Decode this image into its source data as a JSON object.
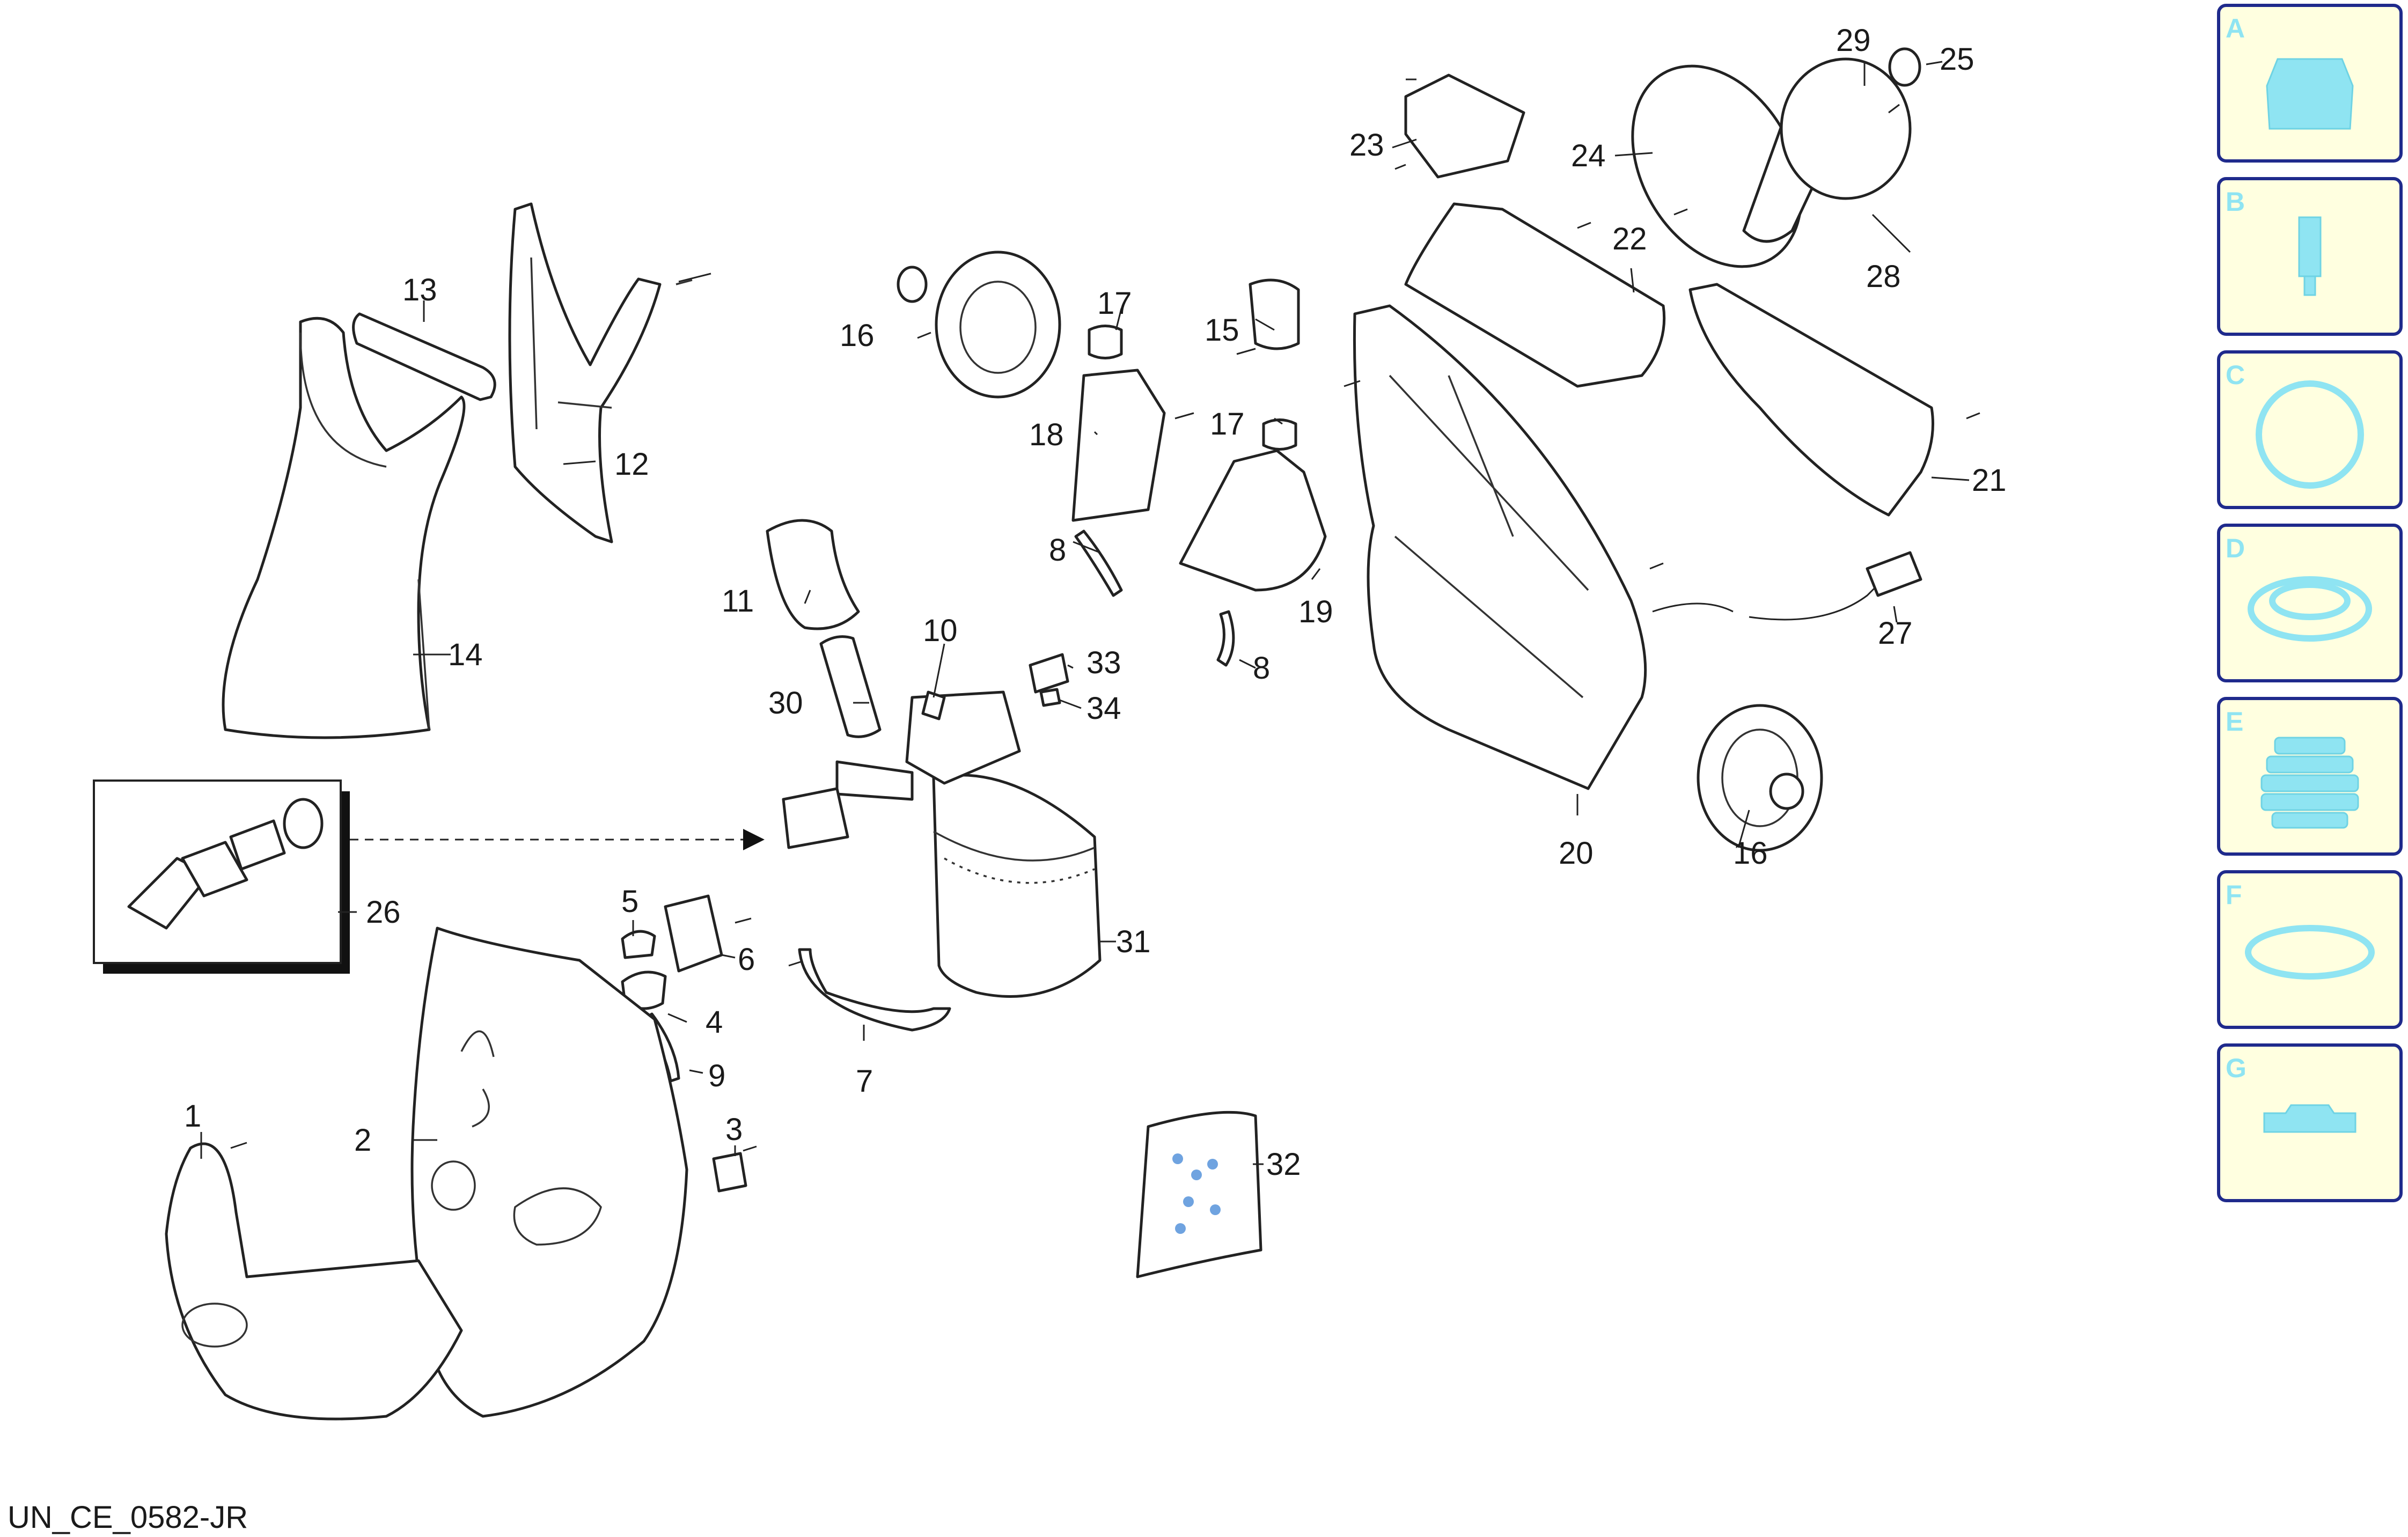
{
  "diagram": {
    "callouts": [
      {
        "id": "c1",
        "text": "1"
      },
      {
        "id": "c2",
        "text": "2"
      },
      {
        "id": "c3",
        "text": "3"
      },
      {
        "id": "c4",
        "text": "4"
      },
      {
        "id": "c5",
        "text": "5"
      },
      {
        "id": "c6",
        "text": "6"
      },
      {
        "id": "c7",
        "text": "7"
      },
      {
        "id": "c8a",
        "text": "8"
      },
      {
        "id": "c8b",
        "text": "8"
      },
      {
        "id": "c9",
        "text": "9"
      },
      {
        "id": "c10",
        "text": "10"
      },
      {
        "id": "c11",
        "text": "11"
      },
      {
        "id": "c12",
        "text": "12"
      },
      {
        "id": "c13",
        "text": "13"
      },
      {
        "id": "c14",
        "text": "14"
      },
      {
        "id": "c15",
        "text": "15"
      },
      {
        "id": "c16a",
        "text": "16"
      },
      {
        "id": "c16b",
        "text": "16"
      },
      {
        "id": "c17a",
        "text": "17"
      },
      {
        "id": "c17b",
        "text": "17"
      },
      {
        "id": "c18",
        "text": "18"
      },
      {
        "id": "c19",
        "text": "19"
      },
      {
        "id": "c20",
        "text": "20"
      },
      {
        "id": "c21",
        "text": "21"
      },
      {
        "id": "c22",
        "text": "22"
      },
      {
        "id": "c23",
        "text": "23"
      },
      {
        "id": "c24",
        "text": "24"
      },
      {
        "id": "c25",
        "text": "25"
      },
      {
        "id": "c26",
        "text": "26"
      },
      {
        "id": "c27",
        "text": "27"
      },
      {
        "id": "c28",
        "text": "28"
      },
      {
        "id": "c29",
        "text": "29"
      },
      {
        "id": "c30",
        "text": "30"
      },
      {
        "id": "c31",
        "text": "31"
      },
      {
        "id": "c32",
        "text": "32"
      },
      {
        "id": "c33",
        "text": "33"
      },
      {
        "id": "c34",
        "text": "34"
      }
    ],
    "document_id": "UN_CE_0582-JR"
  },
  "legend": {
    "items": [
      {
        "letter": "A",
        "icon": "nozzle-icon"
      },
      {
        "letter": "B",
        "icon": "pin-icon"
      },
      {
        "letter": "C",
        "icon": "flange-ring-icon"
      },
      {
        "letter": "D",
        "icon": "gasket-icon"
      },
      {
        "letter": "E",
        "icon": "bellows-icon"
      },
      {
        "letter": "F",
        "icon": "o-ring-icon"
      },
      {
        "letter": "G",
        "icon": "plate-icon"
      }
    ],
    "colors": {
      "border": "#1f2a8c",
      "fill": "#ffffe0",
      "icon": "#8fe4f2"
    }
  }
}
